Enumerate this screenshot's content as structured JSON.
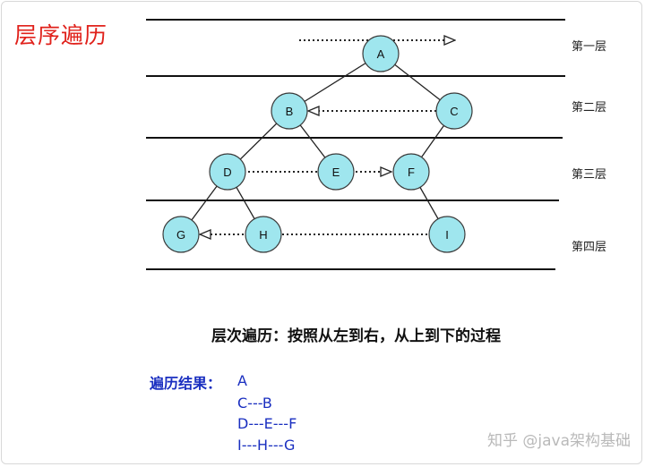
{
  "title": "层序遍历",
  "levels": [
    "第一层",
    "第二层",
    "第三层",
    "第四层"
  ],
  "nodes": [
    {
      "id": "A",
      "label": "A"
    },
    {
      "id": "B",
      "label": "B"
    },
    {
      "id": "C",
      "label": "C"
    },
    {
      "id": "D",
      "label": "D"
    },
    {
      "id": "E",
      "label": "E"
    },
    {
      "id": "F",
      "label": "F"
    },
    {
      "id": "G",
      "label": "G"
    },
    {
      "id": "H",
      "label": "H"
    },
    {
      "id": "I",
      "label": "I"
    }
  ],
  "edges": [
    [
      "A",
      "B"
    ],
    [
      "A",
      "C"
    ],
    [
      "B",
      "D"
    ],
    [
      "B",
      "E"
    ],
    [
      "C",
      "F"
    ],
    [
      "D",
      "G"
    ],
    [
      "D",
      "H"
    ],
    [
      "F",
      "I"
    ]
  ],
  "description": "层次遍历：按照从左到右，从上到下的过程",
  "result": {
    "label": "遍历结果：",
    "lines": [
      "A",
      "C---B",
      "D---E---F",
      "I---H---G"
    ]
  },
  "watermark": "知乎 @java架构基础",
  "colors": {
    "title": "#e0211b",
    "node_fill": "#9fe6ee",
    "node_stroke": "#3a3a3a",
    "result": "#1a2fc0"
  }
}
